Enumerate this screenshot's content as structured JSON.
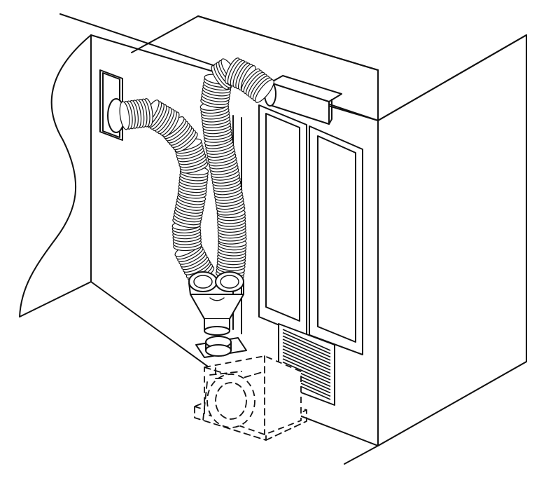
{
  "diagram": {
    "ink_color": "#111111",
    "paper_color": "#ffffff",
    "components": [
      {
        "id": "wall-panel",
        "icon": "wall-cutaway"
      },
      {
        "id": "dryer-cabinet",
        "icon": "cabinet-box"
      },
      {
        "id": "cabinet-doors",
        "icon": "panel-doors",
        "count": 2
      },
      {
        "id": "wall-vent",
        "icon": "round-vent"
      },
      {
        "id": "top-vent-duct",
        "icon": "horizontal-duct"
      },
      {
        "id": "flex-hose-left",
        "icon": "corrugated-hose"
      },
      {
        "id": "flex-hose-right",
        "icon": "corrugated-hose"
      },
      {
        "id": "y-connector",
        "icon": "y-fitting"
      },
      {
        "id": "blower-unit",
        "icon": "dashed-blower"
      },
      {
        "id": "louvered-grille",
        "icon": "grille-slats"
      }
    ]
  }
}
